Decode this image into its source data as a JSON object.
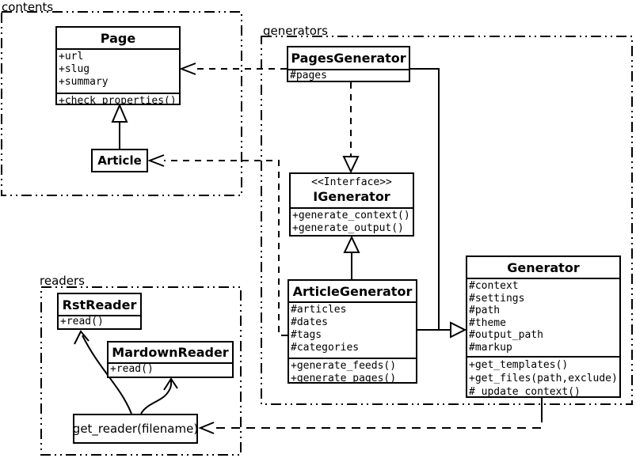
{
  "diagram": {
    "packages": [
      {
        "label": "contents"
      },
      {
        "label": "generators"
      },
      {
        "label": "readers"
      }
    ],
    "classes": {
      "page": {
        "name": "Page",
        "attributes": [
          "+url",
          "+slug",
          "+summary"
        ],
        "methods": [
          "+check_properties()"
        ]
      },
      "article": {
        "name": "Article"
      },
      "pages_generator": {
        "name": "PagesGenerator",
        "attributes": [
          "#pages"
        ]
      },
      "igenerator": {
        "stereotype": "<<Interface>>",
        "name": "IGenerator",
        "methods": [
          "+generate_context()",
          "+generate_output()"
        ]
      },
      "article_generator": {
        "name": "ArticleGenerator",
        "attributes": [
          "#articles",
          "#dates",
          "#tags",
          "#categories"
        ],
        "methods": [
          "+generate_feeds()",
          "+generate_pages()"
        ]
      },
      "generator": {
        "name": "Generator",
        "attributes": [
          "#context",
          "#settings",
          "#path",
          "#theme",
          "#output_path",
          "#markup"
        ],
        "methods": [
          "+get_templates()",
          "+get_files(path,exclude)",
          "#_update_context()"
        ]
      },
      "rst_reader": {
        "name": "RstReader",
        "methods": [
          "+read()"
        ]
      },
      "mardown_reader": {
        "name": "MardownReader",
        "methods": [
          "+read()"
        ]
      },
      "get_reader": {
        "label": "get_reader(filename)"
      }
    },
    "relationships": [
      {
        "from": "Article",
        "to": "Page",
        "type": "generalization"
      },
      {
        "from": "PagesGenerator",
        "to": "Page",
        "type": "dependency"
      },
      {
        "from": "PagesGenerator",
        "to": "IGenerator",
        "type": "realization"
      },
      {
        "from": "ArticleGenerator",
        "to": "IGenerator",
        "type": "generalization"
      },
      {
        "from": "ArticleGenerator",
        "to": "Article",
        "type": "dependency"
      },
      {
        "from": "PagesGenerator",
        "to": "Generator",
        "type": "generalization"
      },
      {
        "from": "ArticleGenerator",
        "to": "Generator",
        "type": "generalization"
      },
      {
        "from": "Generator",
        "to": "get_reader(filename)",
        "type": "dependency"
      },
      {
        "from": "get_reader(filename)",
        "to": "RstReader",
        "type": "arrow"
      },
      {
        "from": "get_reader(filename)",
        "to": "MardownReader",
        "type": "arrow"
      }
    ],
    "colors": {
      "line": "#000000",
      "background": "#ffffff",
      "box_fill": "#ffffff"
    }
  }
}
